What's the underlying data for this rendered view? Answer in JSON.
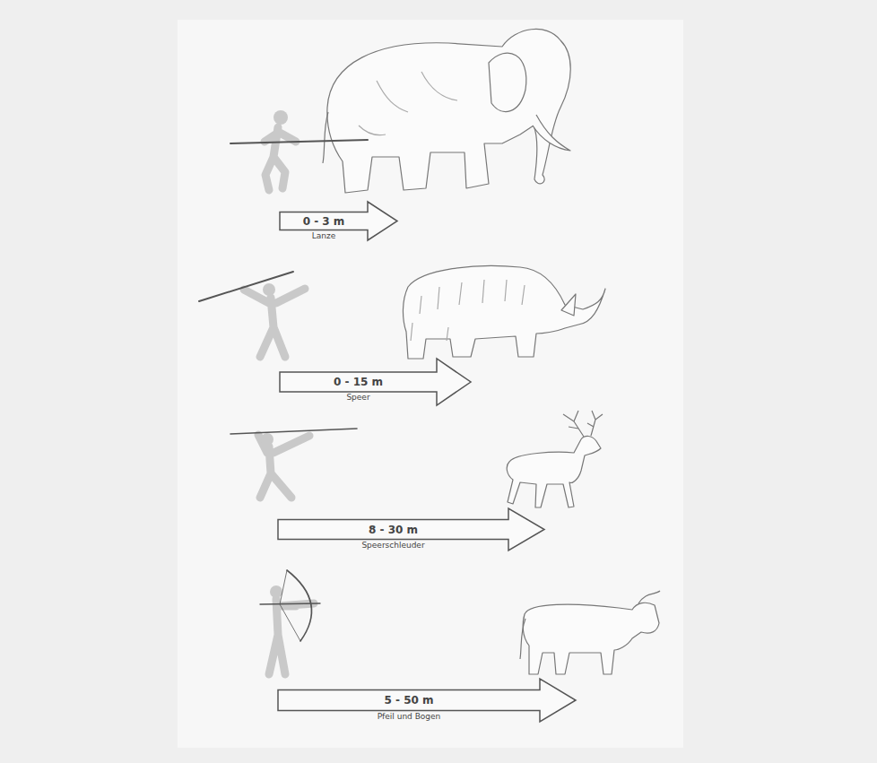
{
  "diagram": {
    "nodes": [
      {
        "text": [
          "0 - 3 m",
          "Lanze"
        ]
      },
      {
        "text": [
          "0 - 15 m",
          "Speer"
        ]
      },
      {
        "text": [
          "8 - 30 m",
          "Speerschleuder"
        ]
      },
      {
        "text": [
          "5 - 50 m",
          "Pfeil und Bogen"
        ]
      }
    ]
  }
}
